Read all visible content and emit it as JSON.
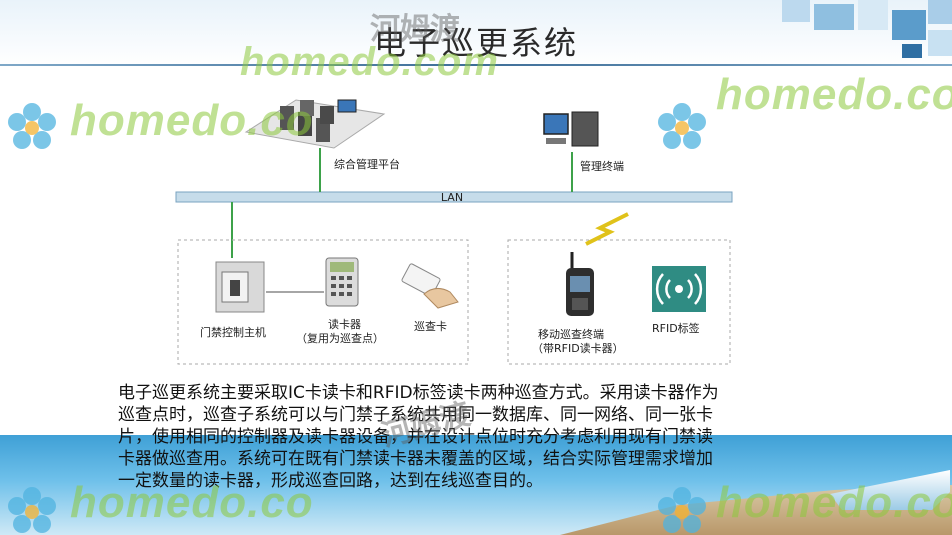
{
  "title": "电子巡更系统",
  "watermark": {
    "text": "homedo.com",
    "short": "homedo.co",
    "cn": "河姆渡"
  },
  "diagram": {
    "platform_label": "综合管理平台",
    "terminal_label": "管理终端",
    "lan_label": "LAN",
    "access_host_label": "门禁控制主机",
    "reader_label": "读卡器",
    "reader_note": "（复用为巡查点）",
    "card_label": "巡查卡",
    "mobile_label": "移动巡查终端",
    "mobile_note": "（带RFID读卡器）",
    "rfid_label": "RFID标签"
  },
  "description": [
    "电子巡更系统主要采取IC卡读卡和RFID标签读卡两种巡查方式。采用读卡器作为",
    "巡查点时，巡查子系统可以与门禁子系统共用同一数据库、同一网络、同一张卡",
    "片，使用相同的控制器及读卡器设备，并在设计点位时充分考虑利用现有门禁读",
    "卡器做巡查用。系统可在既有门禁读卡器未覆盖的区域，结合实际管理需求增加",
    "一定数量的读卡器，形成巡查回路，达到在线巡查目的。"
  ]
}
